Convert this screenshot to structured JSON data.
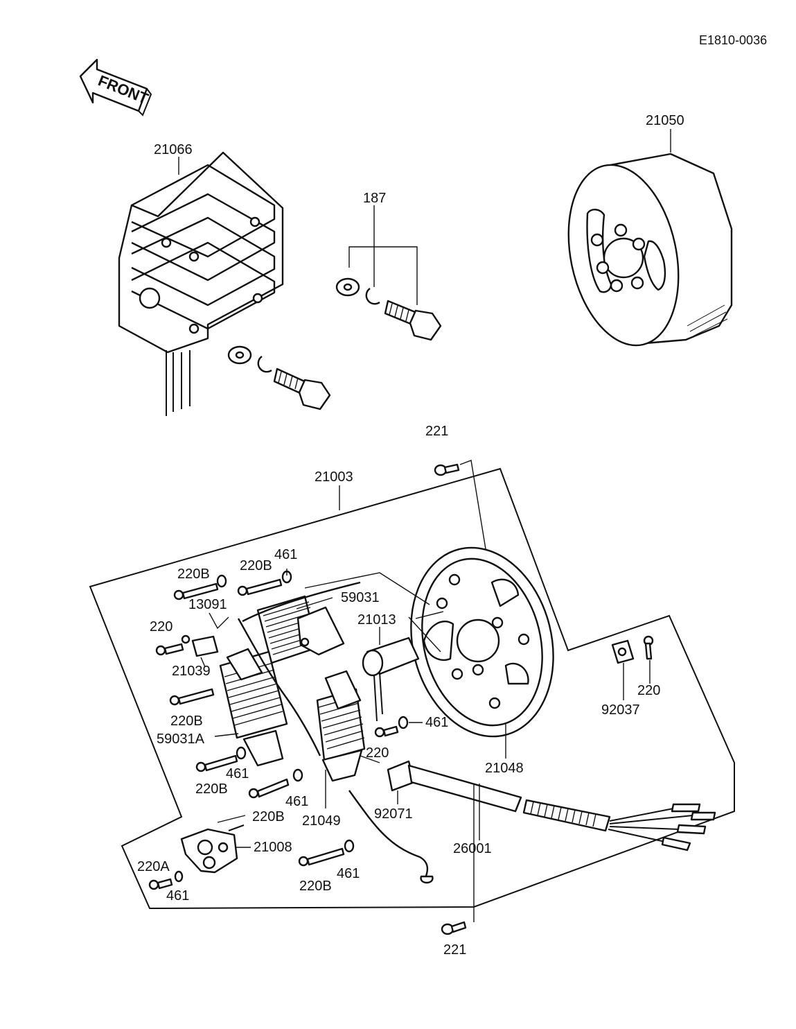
{
  "doc_id": "E1810-0036",
  "front_label": "FRONT",
  "labels": {
    "l_21050": "21050",
    "l_21066": "21066",
    "l_187": "187",
    "l_221_top": "221",
    "l_21003": "21003",
    "l_220B_a": "220B",
    "l_220B_b": "220B",
    "l_461_a": "461",
    "l_13091": "13091",
    "l_59031": "59031",
    "l_220_a": "220",
    "l_21013": "21013",
    "l_21039": "21039",
    "l_220B_c": "220B",
    "l_59031A": "59031A",
    "l_461_b": "461",
    "l_220_b": "220",
    "l_461_c": "461",
    "l_220B_d": "220B",
    "l_461_d": "461",
    "l_220B_e": "220B",
    "l_21049": "21049",
    "l_92071": "92071",
    "l_26001": "26001",
    "l_21048": "21048",
    "l_92037": "92037",
    "l_220_c": "220",
    "l_21008": "21008",
    "l_220A": "220A",
    "l_461_e": "461",
    "l_461_f": "461",
    "l_220B_f": "220B",
    "l_221_bottom": "221"
  }
}
